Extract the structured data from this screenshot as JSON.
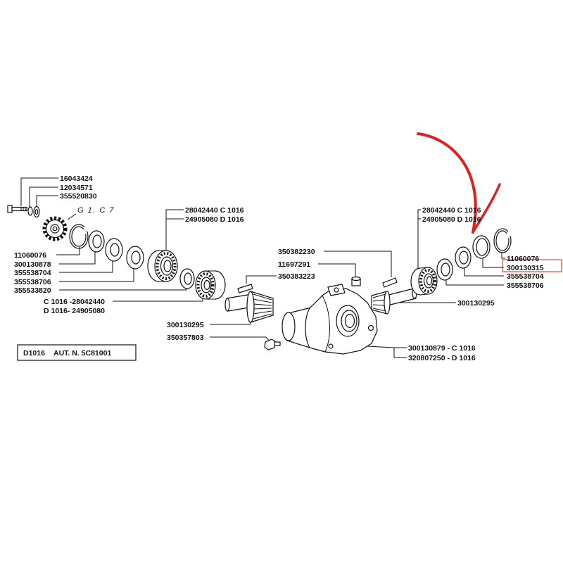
{
  "diagram": {
    "bolt_group_labels": [
      "16043424",
      "12034571",
      "355520830"
    ],
    "gear_code": "G 1. C 7",
    "left_stack_labels": [
      "11060076",
      "300130878",
      "355538704",
      "355538706",
      "355533820"
    ],
    "left_bearing_labels": [
      "C 1016 -28042440",
      "D 1016- 24905080"
    ],
    "left_top_bearing_labels": [
      "28042440 C 1016",
      "24905080 D 1016"
    ],
    "left_pinion_label": "300130295",
    "fitting_label": "350357803",
    "center_labels": [
      "350382230",
      "11697291",
      "350383223"
    ],
    "right_top_bearing_labels": [
      "28042440 C 1016",
      "24905080 D 1016"
    ],
    "right_stack_labels": [
      "11060076",
      "300130315",
      "355538704",
      "355538706"
    ],
    "right_pinion_label": "300130295",
    "housing_labels": [
      "300130879 - C 1016",
      "320807250 - D 1016"
    ],
    "model_box": {
      "model": "D1016",
      "serial": "AUT. N. 5C81001"
    }
  },
  "colors": {
    "ink": "#111111",
    "highlight": "#e0201e",
    "background": "#ffffff"
  }
}
